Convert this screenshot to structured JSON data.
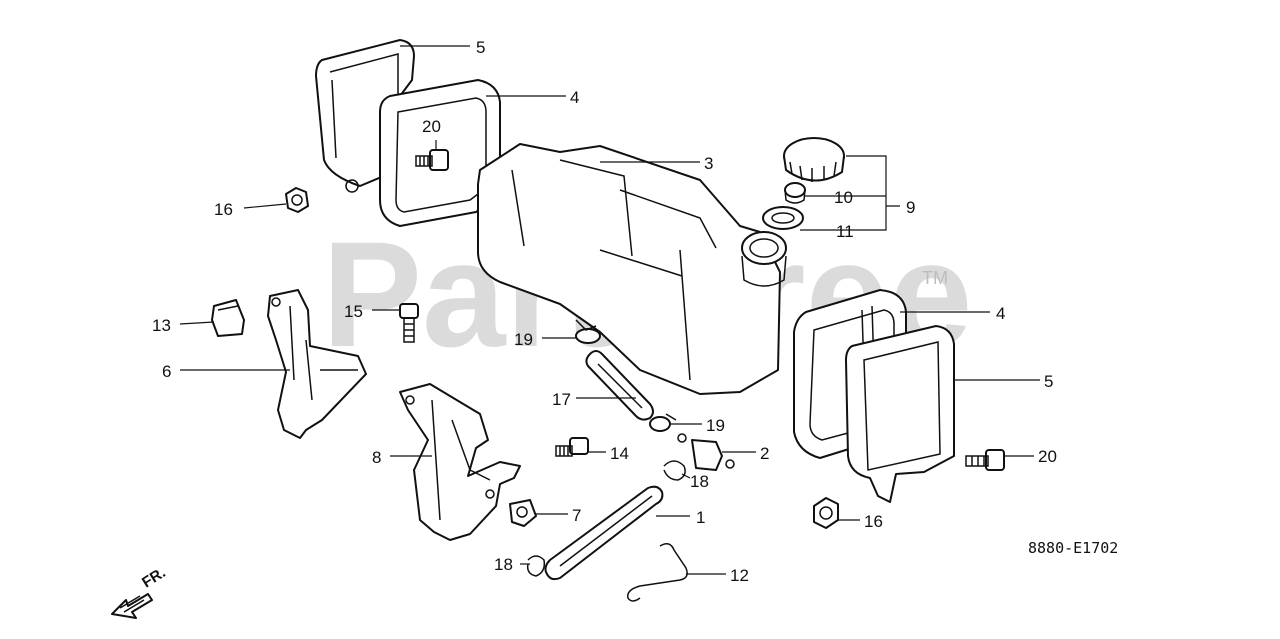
{
  "watermark": {
    "text": "Partstree",
    "tm": "TM"
  },
  "drawing_code": "8880-E1702",
  "direction_label": "FR.",
  "callouts": {
    "c1": "1",
    "c2": "2",
    "c3": "3",
    "c4a": "4",
    "c4b": "4",
    "c5a": "5",
    "c5b": "5",
    "c6": "6",
    "c7": "7",
    "c8": "8",
    "c9": "9",
    "c10": "10",
    "c11": "11",
    "c12": "12",
    "c13": "13",
    "c14": "14",
    "c15": "15",
    "c16a": "16",
    "c16b": "16",
    "c17": "17",
    "c18a": "18",
    "c18b": "18",
    "c19a": "19",
    "c19b": "19",
    "c20a": "20",
    "c20b": "20"
  }
}
